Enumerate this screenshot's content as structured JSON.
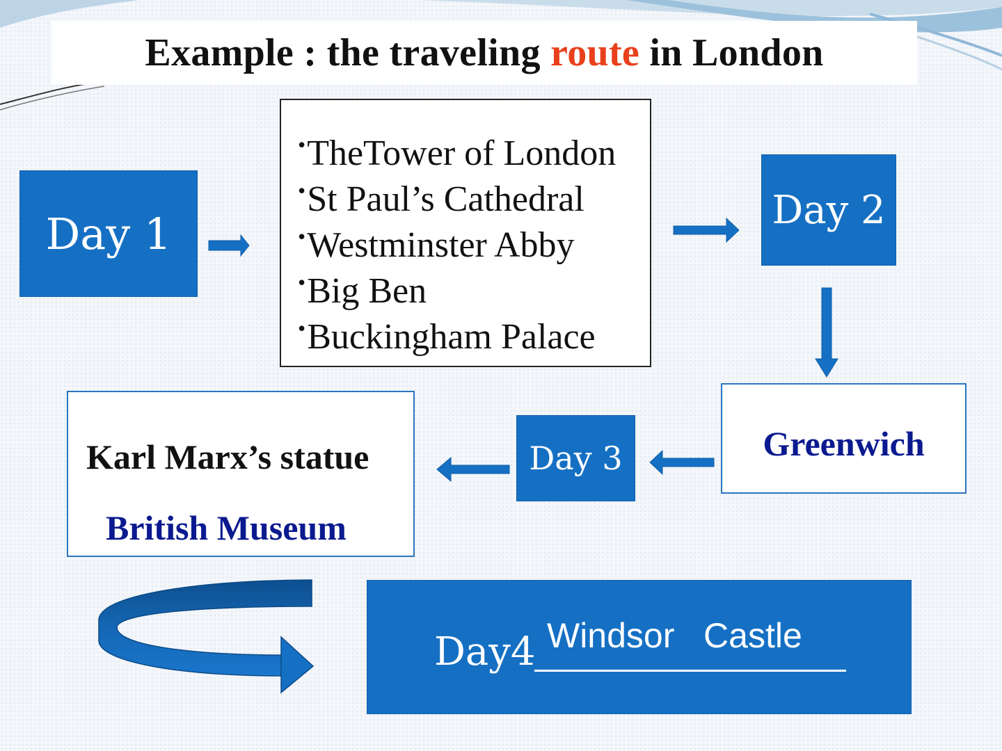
{
  "title": {
    "prefix": "Example : the traveling ",
    "highlight": "route",
    "suffix": " in London"
  },
  "days": {
    "day1": "Day 1",
    "day2": "Day 2",
    "day3": "Day 3",
    "day4": "Day4",
    "day4_answer": "Windsor   Castle"
  },
  "day1_places": [
    "TheTower of London",
    " St Paul’s Cathedral",
    "Westminster Abby",
    "Big Ben",
    "Buckingham  Palace"
  ],
  "day2_place": "Greenwich",
  "day3_places": {
    "statue": "Karl Marx’s statue",
    "museum": "British Museum"
  },
  "colors": {
    "box_blue": "#1570c4",
    "title_highlight": "#e8401c",
    "place_navy": "#0b1a8f"
  },
  "icons": {
    "flow_arrows": "right-arrow, down-arrow, left-arrow",
    "curved_arrow": "curved-arrow"
  }
}
